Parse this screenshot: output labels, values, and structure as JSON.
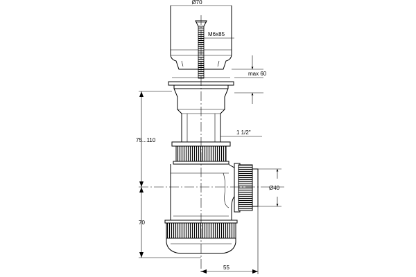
{
  "dimensions": {
    "top_width": "Ø70",
    "screw": "M6x85",
    "max_height": "max 60",
    "height_range": "75...110",
    "thread": "1 1/2\"",
    "outlet_diameter": "Ø40",
    "lower_height": "70",
    "offset": "55"
  },
  "colors": {
    "line": "#000000",
    "background": "#ffffff"
  }
}
